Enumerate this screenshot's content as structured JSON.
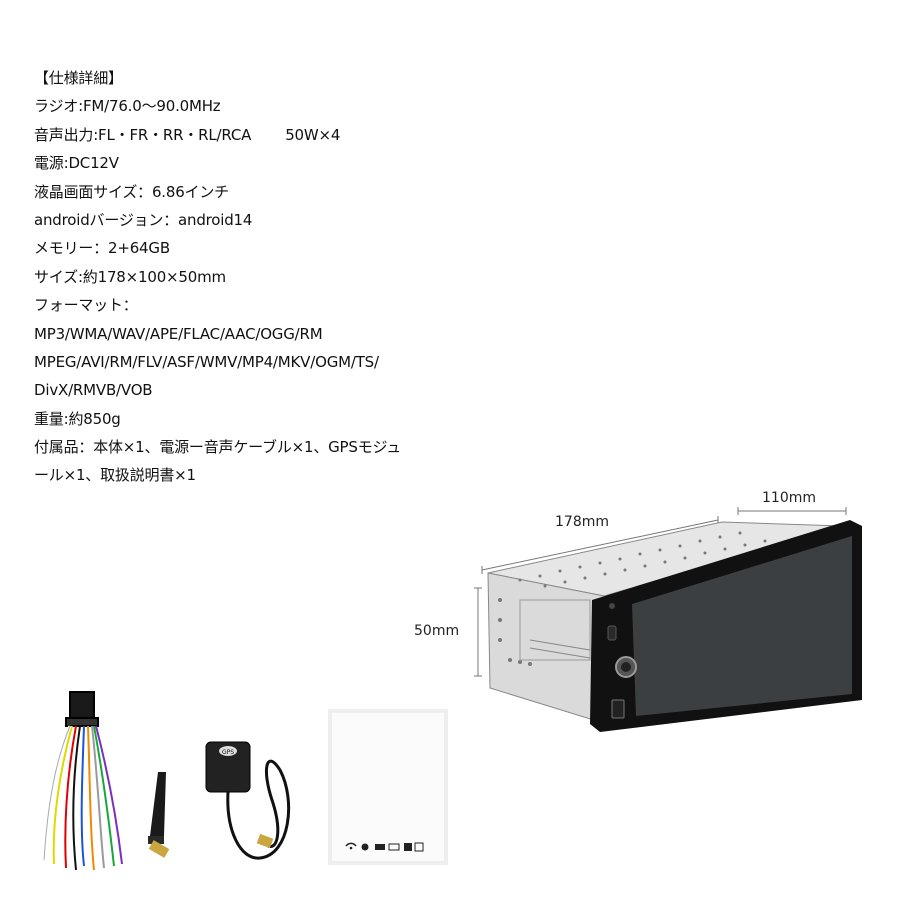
{
  "specs": {
    "title": "【仕様詳細】",
    "lines": [
      "ラジオ:FM/76.0～90.0MHz",
      "音声出力:FL・FR・RR・RL/RCA",
      "電源:DC12V",
      "液晶画面サイズ：6.86インチ",
      "androidバージョン：android14",
      "メモリー：2+64GB",
      "サイズ:約178×100×50mm",
      "フォーマット：",
      "MP3/WMA/WAV/APE/FLAC/AAC/OGG/RM",
      "MPEG/AVI/RM/FLV/ASF/WMV/MP4/MKV/OGM/TS/",
      "DivX/RMVB/VOB",
      "重量:約850g",
      "付属品：本体×1、電源ー音声ケーブル×1、GPSモジュ",
      "ール×1、取扱説明書×1"
    ],
    "audio_power": "50W×4"
  },
  "dimensions": {
    "length": "178mm",
    "depth": "110mm",
    "height": "50mm"
  },
  "accessories": {
    "gps_label": "GPS"
  },
  "colors": {
    "screen": "#3c3f42",
    "bezel": "#111111",
    "chassis": "#d9d9d9",
    "connector_gold": "#c9a640"
  }
}
